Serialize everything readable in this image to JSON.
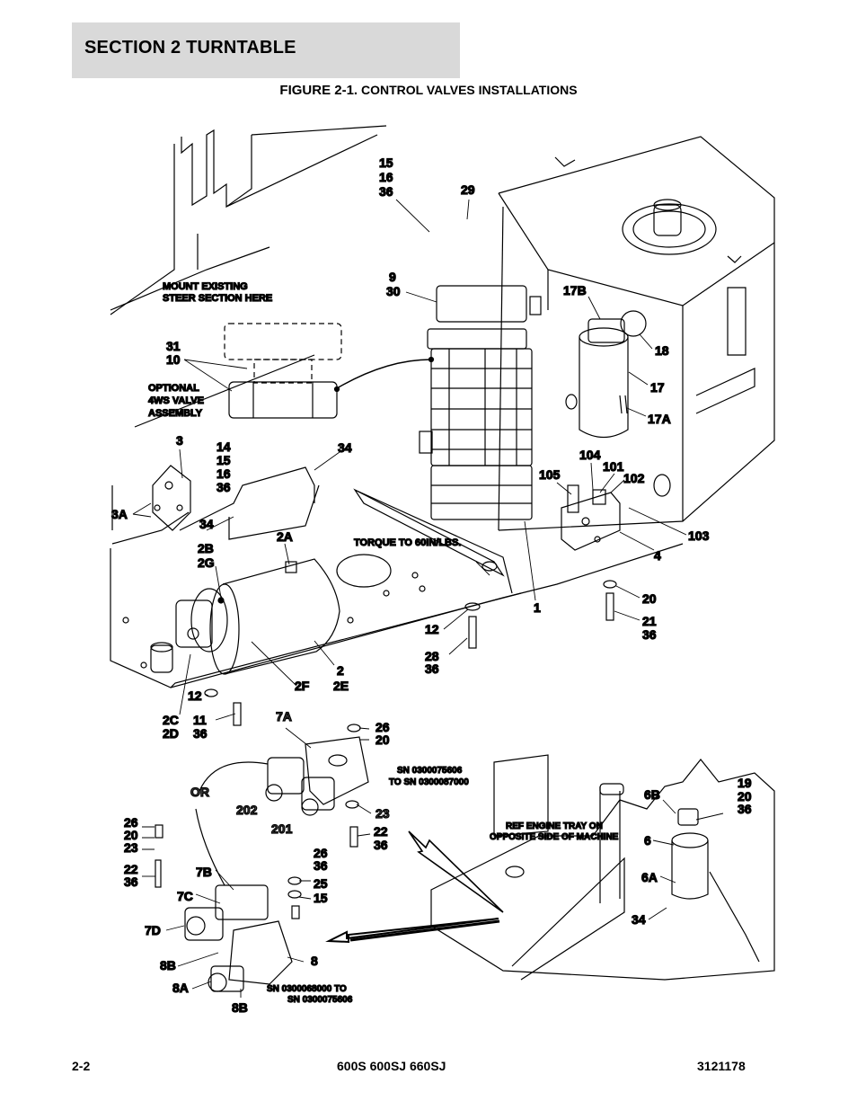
{
  "header": {
    "section": "SECTION 2   TURNTABLE"
  },
  "figure": {
    "number": "FIGURE 2-1.",
    "title": "CONTROL VALVES INSTALLATIONS"
  },
  "callouts": {
    "c15_16_36": [
      "15",
      "16",
      "36"
    ],
    "c29": "29",
    "c9_30": [
      "9",
      "30"
    ],
    "c17b": "17B",
    "c18": "18",
    "c17": "17",
    "c17a": "17A",
    "mount_note": [
      "MOUNT EXISTING",
      "STEER SECTION HERE"
    ],
    "c31_10": [
      "31",
      "10"
    ],
    "optional_note": [
      "OPTIONAL",
      "4WS VALVE",
      "ASSEMBLY"
    ],
    "c3": "3",
    "c14_15_16_36": [
      "14",
      "15",
      "16",
      "36"
    ],
    "c34a": "34",
    "c3a": "3A",
    "c34b": "34",
    "c2a": "2A",
    "c2b_2g": [
      "2B",
      "2G"
    ],
    "torque_note": "TORQUE TO 60IN/LBS.",
    "c104": "104",
    "c101": "101",
    "c105": "105",
    "c102": "102",
    "c103": "103",
    "c4": "4",
    "c1": "1",
    "c20a": "20",
    "c21_36": [
      "21",
      "36"
    ],
    "c12a": "12",
    "c28_36": [
      "28",
      "36"
    ],
    "c2_2e": [
      "2",
      "2E"
    ],
    "c2f": "2F",
    "c12b": "12",
    "c2c_2d": [
      "2C",
      "2D"
    ],
    "c11_36": [
      "11",
      "36"
    ],
    "c7a": "7A",
    "c26_20": [
      "26",
      "20"
    ],
    "sn_note_a": [
      "SN 0300075606",
      "TO SN 0300087000"
    ],
    "or_label": "OR",
    "c202": "202",
    "c201": "201",
    "c23": "23",
    "c22_36": [
      "22",
      "36"
    ],
    "c26_20_23_left": [
      "26",
      "20",
      "23"
    ],
    "c22_36_left": [
      "22",
      "36"
    ],
    "c7b": "7B",
    "c26_36": [
      "26",
      "36"
    ],
    "c25": "25",
    "c15": "15",
    "c7c": "7C",
    "c7d": "7D",
    "c8": "8",
    "c8b_top": "8B",
    "c8a": "8A",
    "c8b_bottom": "8B",
    "sn_note_b": [
      "SN 0300068000 TO",
      "SN 0300075606"
    ],
    "ref_note": [
      "REF ENGINE TRAY ON",
      "OPPOSITE SIDE OF MACHINE"
    ],
    "c19_20_36": [
      "19",
      "20",
      "36"
    ],
    "c6b": "6B",
    "c6": "6",
    "c6a": "6A",
    "c34c": "34"
  },
  "footer": {
    "page": "2-2",
    "models": "600S 600SJ 660SJ",
    "doc_number": "3121178"
  }
}
